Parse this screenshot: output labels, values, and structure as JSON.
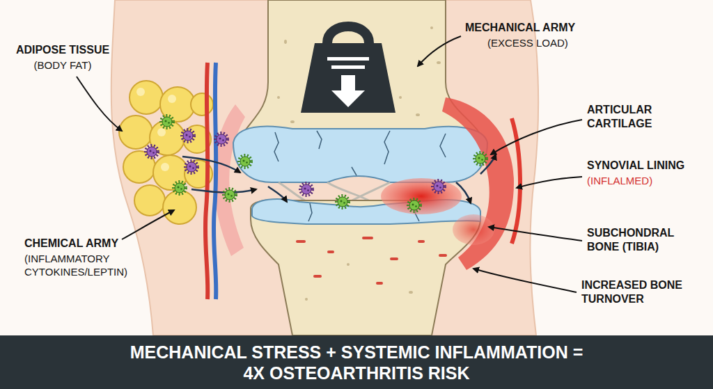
{
  "diagram": {
    "caption": "MECHANICAL STRESS + SYSTEMIC INFLAMMATION = 4X OSTEOARTHRITIS RISK",
    "labels": [
      "ADIPOSE TISSUE",
      "(BODY FAT)",
      "MECHANICAL ARMY",
      "(EXCESS LOAD)",
      "ARTICULAR CARTILAGE",
      "SYNOVIAL LINING",
      "(INFLALMED)",
      "CHEMICAL ARMY",
      "(INFLAMMATORY CYTOKINES/LEPTIN)",
      "SUBCHONDRAL BONE (TIBIA)",
      "INCREASED BONE TURNOVER"
    ]
  }
}
